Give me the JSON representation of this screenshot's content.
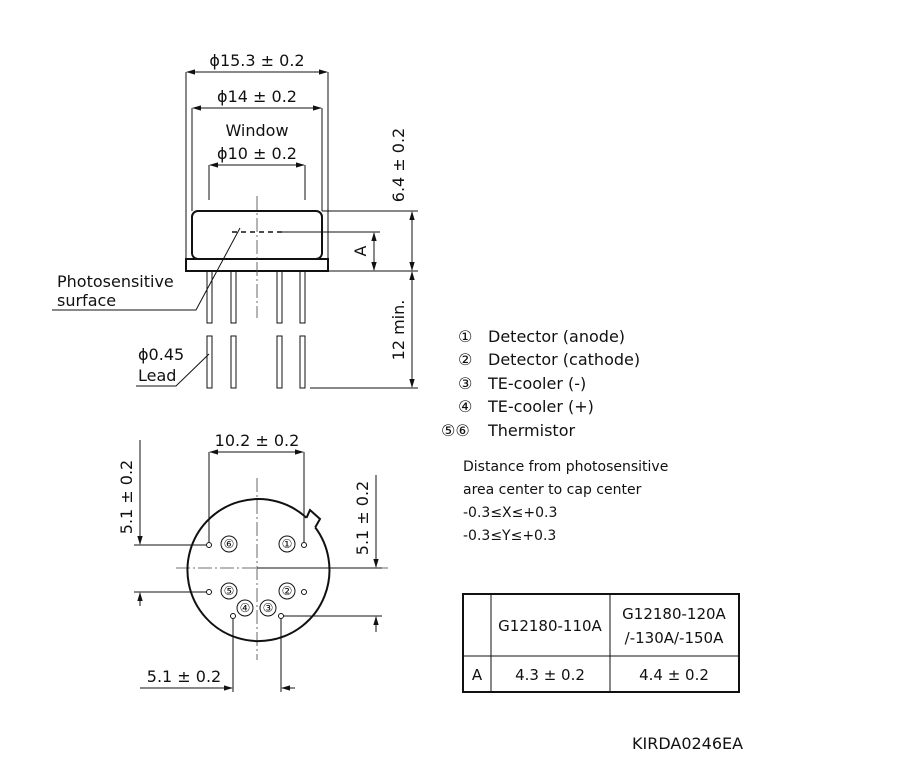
{
  "side_view": {
    "dim_outer_diameter": "ϕ15.3 ± 0.2",
    "dim_flange_diameter": "ϕ14 ± 0.2",
    "window_label": "Window",
    "dim_window_diameter": "ϕ10 ± 0.2",
    "dim_height": "6.4 ± 0.2",
    "dim_a": "A",
    "dim_lead_length": "12 min.",
    "photosensitive_label_1": "Photosensitive",
    "photosensitive_label_2": "surface",
    "lead_label_1": "ϕ0.45",
    "lead_label_2": "Lead"
  },
  "bottom_view": {
    "dim_pin_span": "10.2 ± 0.2",
    "dim_left_vertical": "5.1 ± 0.2",
    "dim_right_vertical": "5.1 ± 0.2",
    "dim_bottom": "5.1 ± 0.2",
    "pins": [
      "①",
      "②",
      "③",
      "④",
      "⑤",
      "⑥"
    ]
  },
  "pin_legend": [
    {
      "num": "①",
      "text": "Detector (anode)"
    },
    {
      "num": "②",
      "text": "Detector (cathode)"
    },
    {
      "num": "③",
      "text": "TE-cooler (-)"
    },
    {
      "num": "④",
      "text": "TE-cooler (+)"
    },
    {
      "num": "⑤⑥",
      "text": "Thermistor"
    }
  ],
  "note": {
    "line1": "Distance from photosensitive",
    "line2": "area center to cap center",
    "line3": "-0.3≤X≤+0.3",
    "line4": "-0.3≤Y≤+0.3"
  },
  "table": {
    "headers": [
      "",
      "G12180-110A",
      "G12180-120A",
      "/-130A/-150A"
    ],
    "row_label": "A",
    "row_values": [
      "4.3 ± 0.2",
      "4.4 ± 0.2"
    ]
  },
  "drawing_code": "KIRDA0246EA"
}
